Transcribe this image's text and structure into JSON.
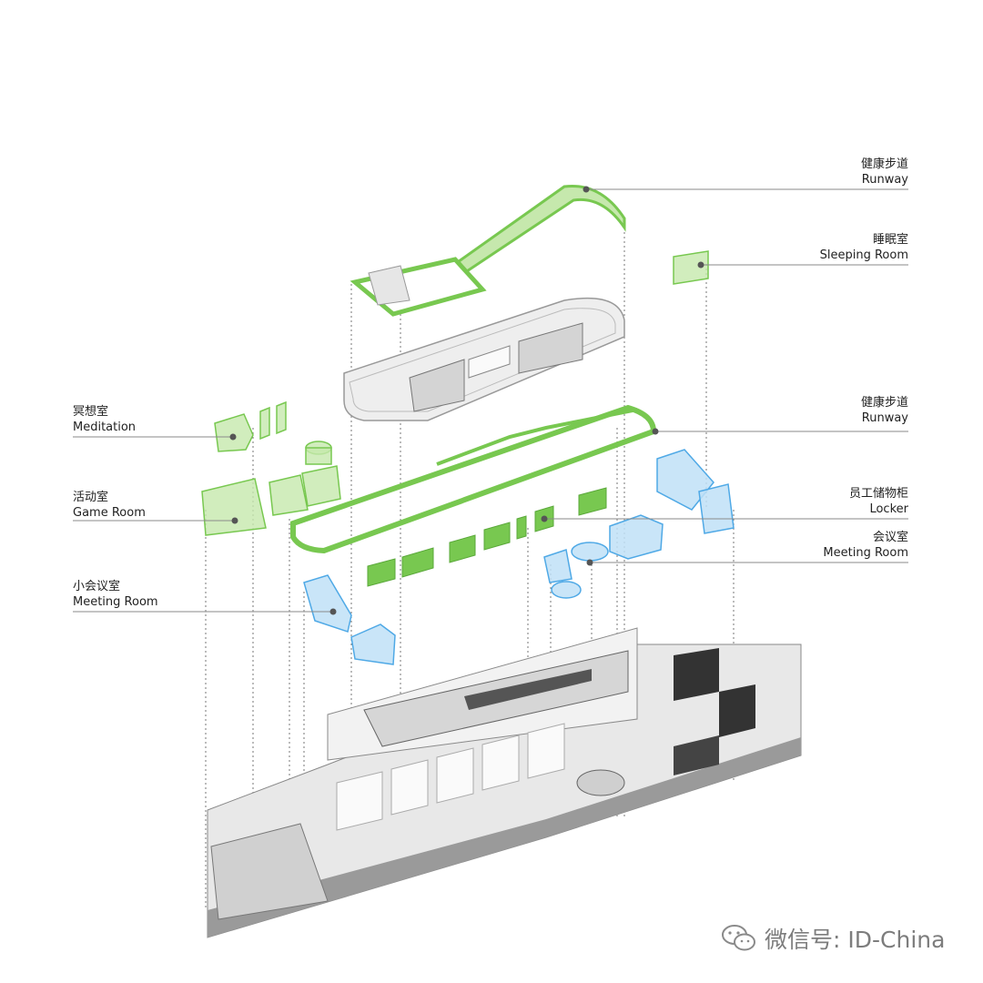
{
  "labels": {
    "runway_top": {
      "zh": "健康步道",
      "en": "Runway"
    },
    "sleeping": {
      "zh": "睡眠室",
      "en": "Sleeping Room"
    },
    "runway_mid": {
      "zh": "健康步道",
      "en": "Runway"
    },
    "locker": {
      "zh": "员工储物柜",
      "en": "Locker"
    },
    "meeting": {
      "zh": "会议室",
      "en": "Meeting Room"
    },
    "meditation": {
      "zh": "冥想室",
      "en": "Meditation"
    },
    "game": {
      "zh": "活动室",
      "en": "Game Room"
    },
    "small_meeting": {
      "zh": "小会议室",
      "en": "Meeting Room"
    }
  },
  "watermark": {
    "text": "微信号: ID-China",
    "icon": "wechat-icon"
  },
  "colors": {
    "green": "#78c850",
    "green_light": "#c6e8ad",
    "blue": "#4fa9e6",
    "blue_light": "#bfe0f7",
    "leader": "#8a8a8a",
    "building": "#b8b8b8"
  }
}
